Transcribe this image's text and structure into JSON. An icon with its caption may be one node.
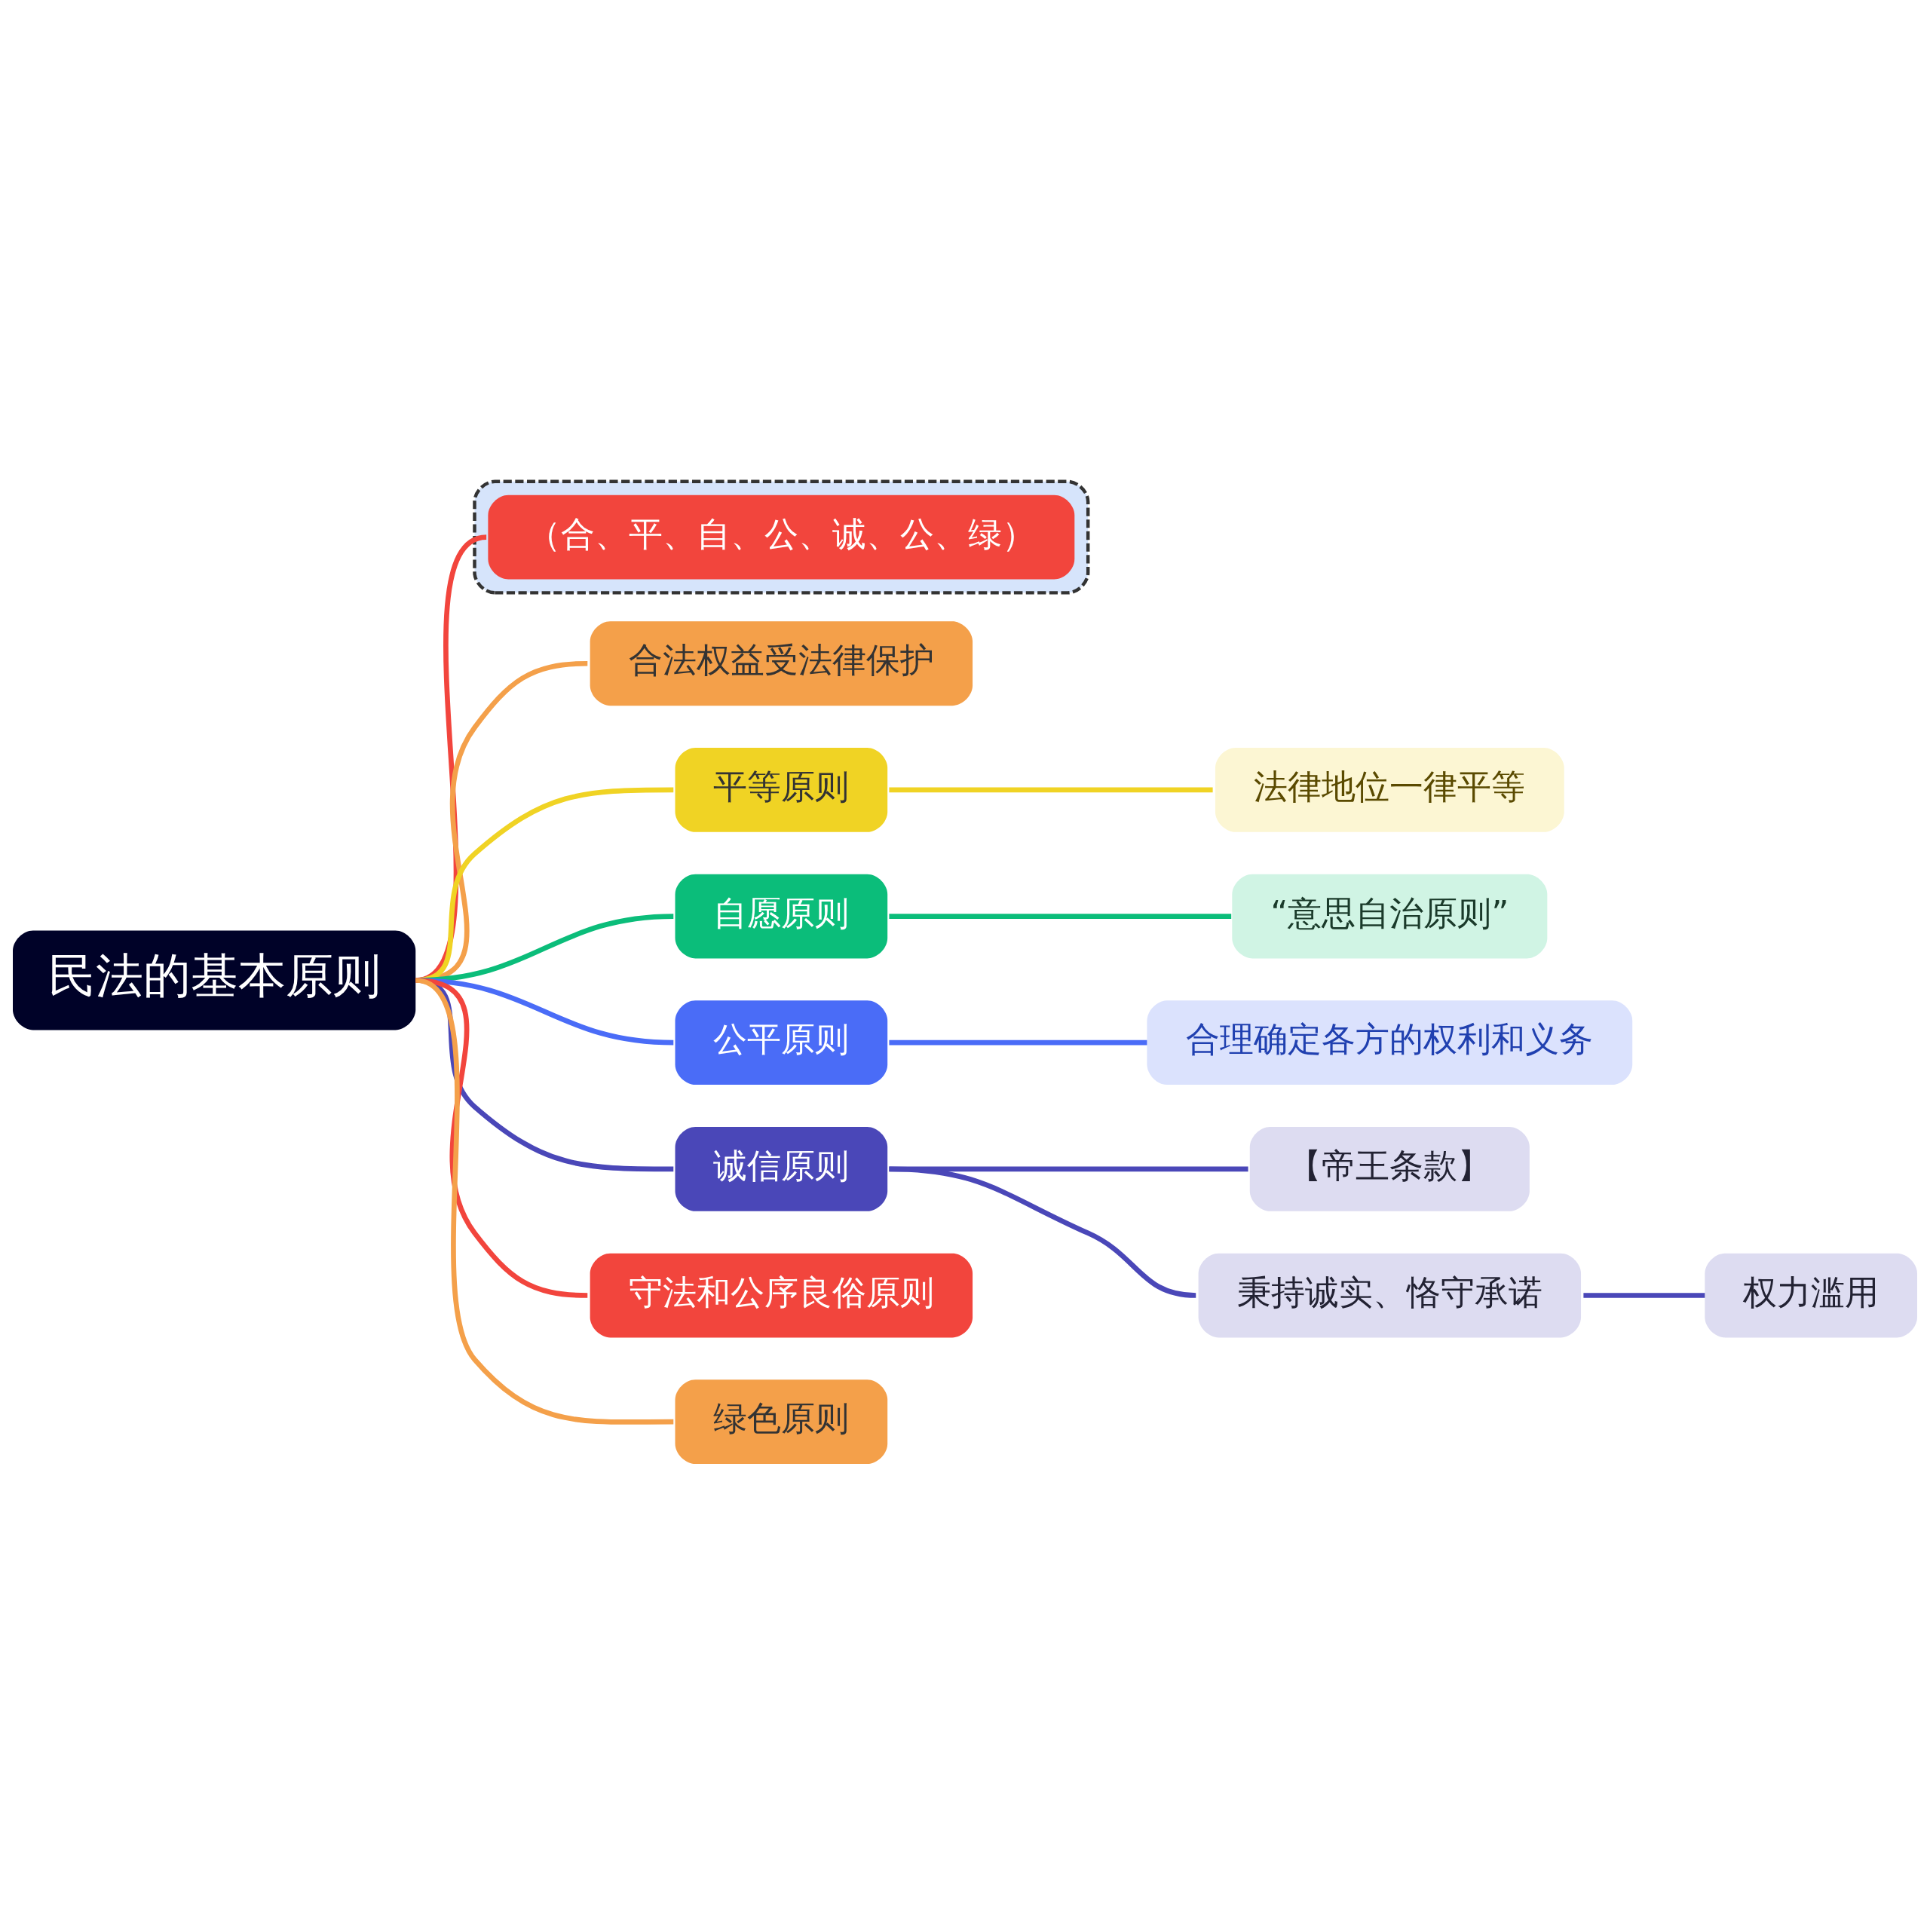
{
  "diagram": {
    "nodes": [
      {
        "text": [
          "民法的基本原则"
        ]
      },
      {
        "text": [],
        "shape": "box"
      },
      {
        "text": [
          "（合、平、自、公、诚、公、绿）"
        ],
        "in": 1
      },
      {
        "text": [
          "合法权益受法律保护"
        ]
      },
      {
        "text": [
          "平等原则"
        ]
      },
      {
        "text": [
          "法律地位一律平等"
        ]
      },
      {
        "text": [
          "自愿原则"
        ]
      },
      {
        "text": [
          "“意思自治原则”"
        ]
      },
      {
        "text": [
          "公平原则"
        ]
      },
      {
        "text": [
          "合理确定各方的权利和义务"
        ]
      },
      {
        "text": [
          "诚信原则"
        ]
      },
      {
        "text": [
          "【帝王条款】"
        ]
      },
      {
        "text": [
          "秉持诚实、恪守承诺"
        ]
      },
      {
        "text": [
          "权力滥用"
        ]
      },
      {
        "text": [
          "守法和公序良俗原则"
        ]
      },
      {
        "text": [
          "绿色原则"
        ]
      }
    ],
    "edges": [
      {
        "from": 0,
        "to": 2,
        "arrow": "none",
        "color": "#f2453d"
      },
      {
        "from": 0,
        "to": 3,
        "arrow": "none",
        "color": "#f4a04a"
      },
      {
        "from": 0,
        "to": 4,
        "arrow": "none",
        "color": "#f0d324"
      },
      {
        "from": 0,
        "to": 6,
        "arrow": "none",
        "color": "#0bbd7a"
      },
      {
        "from": 0,
        "to": 8,
        "arrow": "none",
        "color": "#4a6cf7"
      },
      {
        "from": 0,
        "to": 10,
        "arrow": "none",
        "color": "#4a47b8"
      },
      {
        "from": 0,
        "to": 14,
        "arrow": "none",
        "color": "#f2453d"
      },
      {
        "from": 0,
        "to": 15,
        "arrow": "none",
        "color": "#f4a04a"
      },
      {
        "from": 4,
        "to": 5,
        "arrow": "none",
        "color": "#f0d324"
      },
      {
        "from": 6,
        "to": 7,
        "arrow": "none",
        "color": "#0bbd7a"
      },
      {
        "from": 8,
        "to": 9,
        "arrow": "none",
        "color": "#4a6cf7"
      },
      {
        "from": 10,
        "to": 11,
        "arrow": "none",
        "color": "#4a47b8"
      },
      {
        "from": 10,
        "to": 12,
        "arrow": "none",
        "color": "#4a47b8"
      },
      {
        "from": 12,
        "to": 13,
        "arrow": "none",
        "color": "#4a47b8"
      }
    ]
  }
}
